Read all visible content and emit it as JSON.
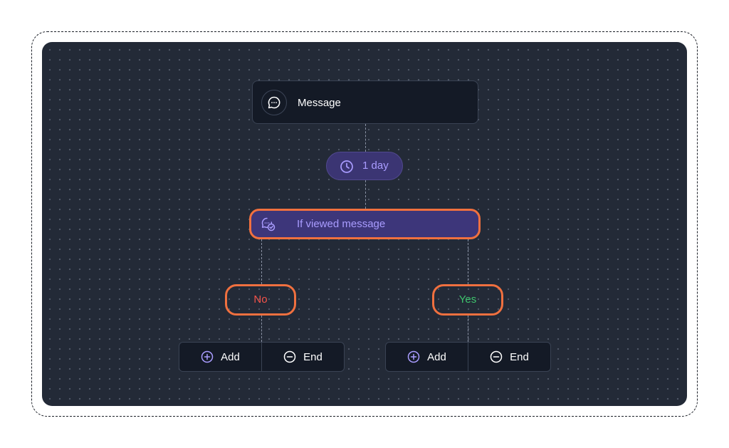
{
  "flow": {
    "message_node": {
      "label": "Message",
      "icon": "chat-bubble-icon"
    },
    "delay": {
      "label": "1 day",
      "icon": "clock-icon"
    },
    "condition": {
      "label": "If viewed message",
      "icon": "message-viewed-icon"
    },
    "branches": {
      "no": {
        "label": "No",
        "color": "#f5534a"
      },
      "yes": {
        "label": "Yes",
        "color": "#3ec46d"
      }
    },
    "actions": {
      "no": {
        "add_label": "Add",
        "end_label": "End"
      },
      "yes": {
        "add_label": "Add",
        "end_label": "End"
      }
    }
  },
  "colors": {
    "canvas": "#232a37",
    "node": "#141a26",
    "accent_purple": "#a99cff",
    "highlight": "#f0703f"
  }
}
